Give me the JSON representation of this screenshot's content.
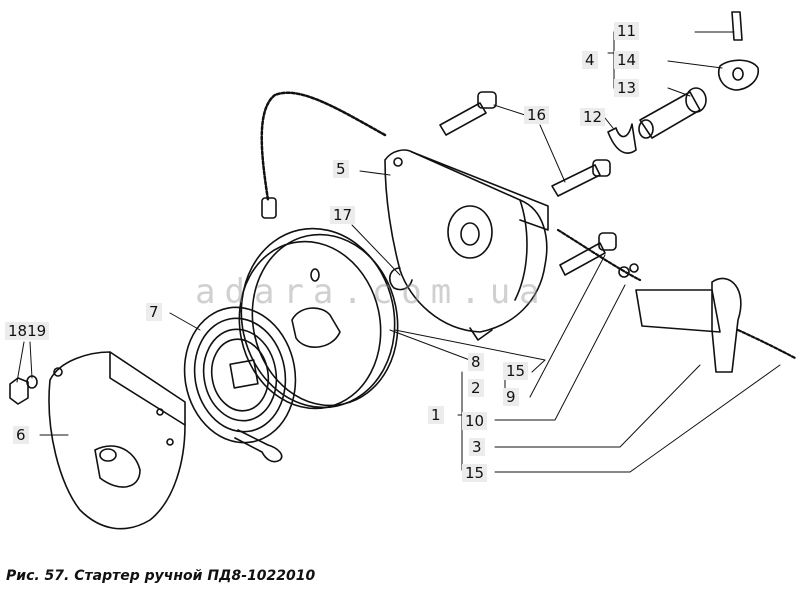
{
  "caption": "Рис. 57. Стартер ручной ПД8-1022010",
  "watermark": "adara.com.ua",
  "labels": {
    "l1": "1",
    "l2": "2",
    "l3": "3",
    "l4": "4",
    "l5": "5",
    "l6": "6",
    "l7": "7",
    "l8": "8",
    "l9": "9",
    "l10": "10",
    "l11": "11",
    "l12": "12",
    "l13": "13",
    "l14": "14",
    "l15a": "15",
    "l15b": "15",
    "l16": "16",
    "l17": "17",
    "l1819": "1819"
  },
  "colors": {
    "ink": "#111111",
    "label_bg": "#ececec",
    "watermark": "#969696"
  }
}
